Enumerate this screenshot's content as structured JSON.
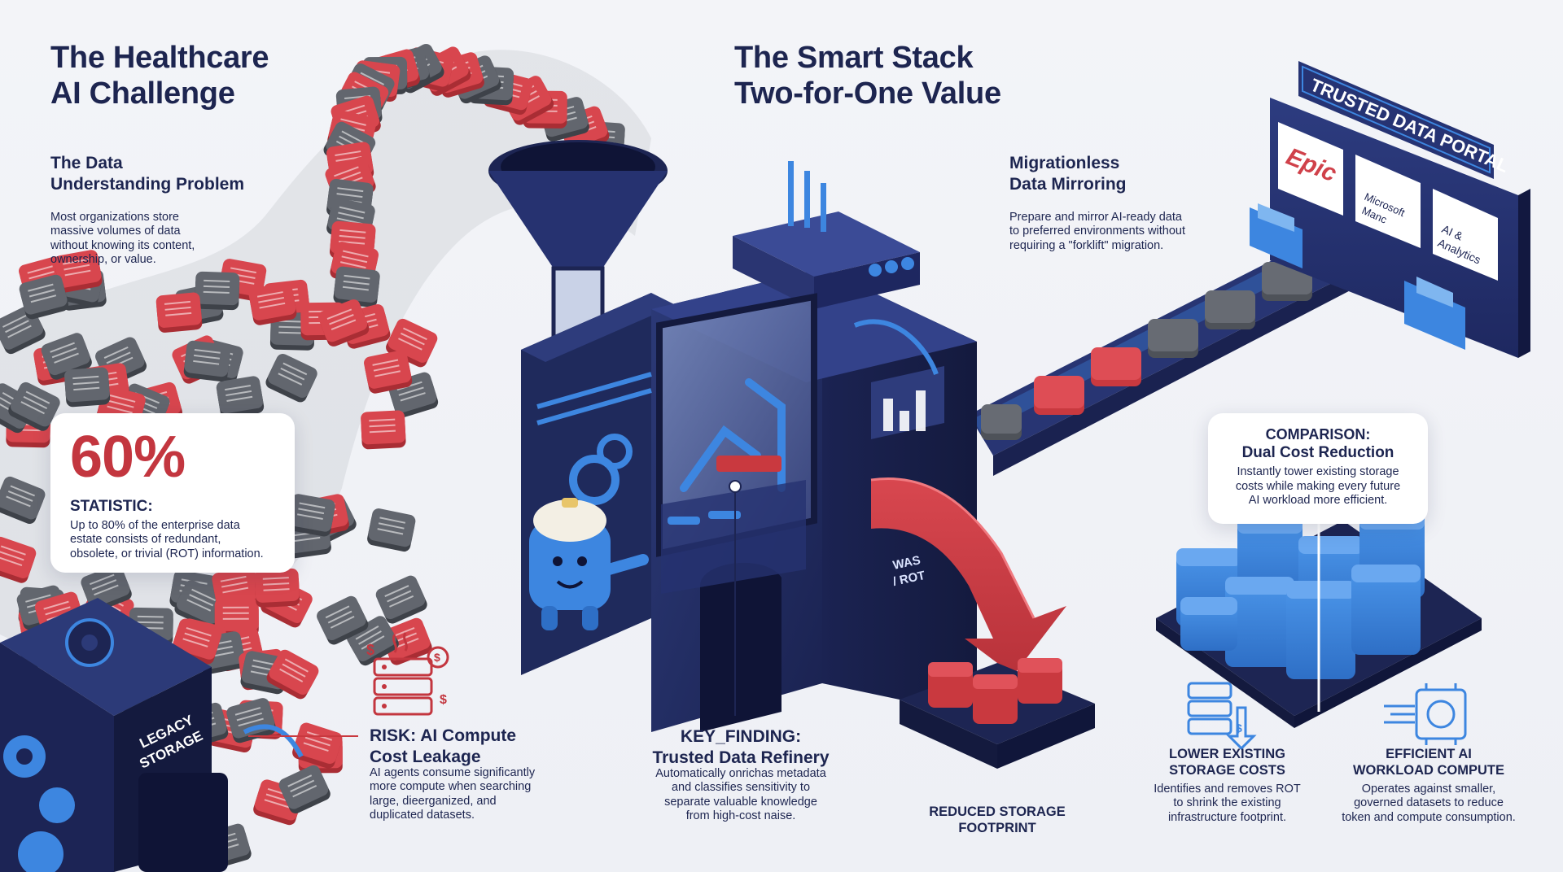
{
  "left": {
    "title_line1": "The Healthcare",
    "title_line2": "AI Challenge",
    "problem_title_line1": "The Data",
    "problem_title_line2": "Understanding Problem",
    "problem_body_line1": "Most organizations store",
    "problem_body_line2": "massive volumes of data",
    "problem_body_line3": "without knowing its content,",
    "problem_body_line4": "ownership, or value."
  },
  "stat": {
    "percent": "60%",
    "label": "STATISTIC:",
    "body_line1": "Up to 80% of the enterprise data",
    "body_line2": "estate consists of redundant,",
    "body_line3": "obsolete, or trivial (ROT) information."
  },
  "risk": {
    "title_line1": "RISK: AI Compute",
    "title_line2": "Cost Leakage",
    "body_line1": "AI agents consume significantly",
    "body_line2": "more compute when searching",
    "body_line3": "large, dieerganized, and",
    "body_line4": "duplicated datasets."
  },
  "legacy": {
    "label_line1": "LEGACY",
    "label_line2": "STORAGE"
  },
  "center": {
    "title_line1": "The Smart Stack",
    "title_line2": "Two-for-One Value"
  },
  "key_finding": {
    "title_line1": "KEY_FINDING:",
    "title_line2": "Trusted Data Refinery",
    "body_line1": "Automatically onrichas metadata",
    "body_line2": "and classifies sensitivity to",
    "body_line3": "separate valuable knowledge",
    "body_line4": "from high-cost naise."
  },
  "chute_label_line1": "WAS",
  "chute_label_line2": "/ ROT",
  "reduced": {
    "line1": "REDUCED STORAGE",
    "line2": "FOOTPRINT"
  },
  "mirroring": {
    "title_line1": "Migrationless",
    "title_line2": "Data Mirroring",
    "body_line1": "Prepare and mirror AI-ready data",
    "body_line2": "to preferred environments without",
    "body_line3": "requiring a \"forklift\" migration."
  },
  "portal": {
    "sign": "TRUSTED DATA PORTAL",
    "epic": "Epic",
    "ms_line1": "Microsoft",
    "ms_line2": "Manc",
    "ai_line1": "AI &",
    "ai_line2": "Analytics"
  },
  "comparison": {
    "label": "COMPARISON:",
    "title": "Dual Cost Reduction",
    "body_line1": "Instantly tower existing storage",
    "body_line2": "costs while making every future",
    "body_line3": "AI workload more efficient."
  },
  "lower": {
    "title_line1": "LOWER EXISTING",
    "title_line2": "STORAGE COSTS",
    "body_line1": "Identifies and removes ROT",
    "body_line2": "to shrink the existing",
    "body_line3": "infrastructure footprint."
  },
  "efficient": {
    "title_line1": "EFFICIENT AI",
    "title_line2": "WORKLOAD COMPUTE",
    "body_line1": "Operates against smaller,",
    "body_line2": "governed datasets to reduce",
    "body_line3": "token and compute consumption."
  },
  "colors": {
    "navy": "#1f2a5c",
    "dark_navy": "#18204a",
    "accent_blue": "#3d86e0",
    "red": "#d0414a",
    "gray": "#5a5e66",
    "background": "#f1f2f6"
  }
}
